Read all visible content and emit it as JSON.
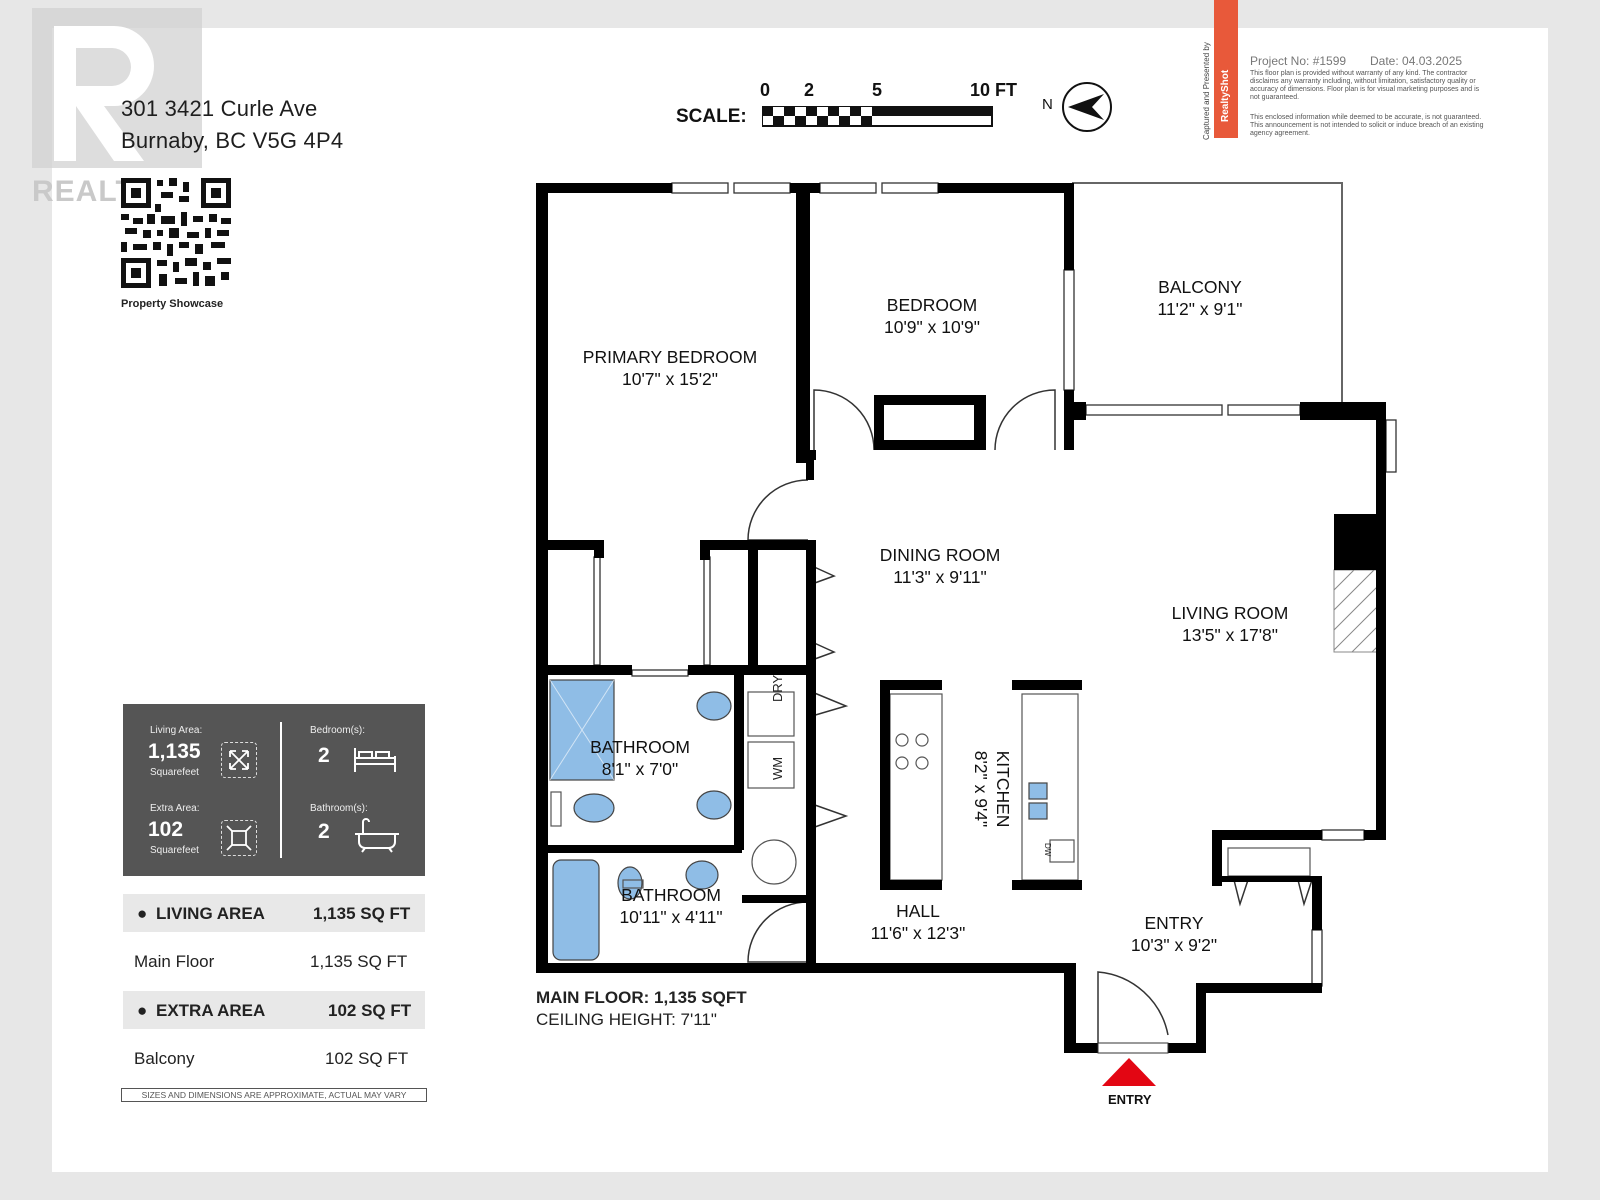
{
  "address": {
    "line1": "301 3421 Curle Ave",
    "line2": "Burnaby, BC V5G 4P4"
  },
  "watermark": {
    "text": "REALTOR®",
    "icon": "realtor-r-logo"
  },
  "qr": {
    "label": "Property Showcase",
    "icon": "qr-code-icon"
  },
  "scale": {
    "label": "SCALE:",
    "ticks": [
      "0",
      "2",
      "5",
      "10 FT"
    ]
  },
  "compass": {
    "label": "N",
    "icon": "north-arrow-icon"
  },
  "realtyshot": {
    "vertical_text": "Captured and Presented by",
    "brand": "RealtyShot",
    "project": "Project No: #1599",
    "date": "Date: 04.03.2025",
    "fine1": "This floor plan is provided without warranty of any kind. The contractor disclaims any warranty including, without limitation, satisfactory quality or accuracy of dimensions. Floor plan is for visual marketing purposes and is not guaranteed.",
    "fine2": "This enclosed information while deemed to be accurate, is not guaranteed. This announcement is not intended to solicit or induce breach of an existing agency agreement."
  },
  "stats": {
    "living_area_label": "Living Area:",
    "living_area_value": "1,135",
    "living_area_unit": "Squarefeet",
    "extra_area_label": "Extra Area:",
    "extra_area_value": "102",
    "extra_area_unit": "Squarefeet",
    "bedrooms_label": "Bedroom(s):",
    "bedrooms_value": "2",
    "bathrooms_label": "Bathroom(s):",
    "bathrooms_value": "2"
  },
  "area_table": {
    "living_header": "LIVING AREA",
    "living_header_value": "1,135 SQ FT",
    "main_floor_label": "Main Floor",
    "main_floor_value": "1,135 SQ FT",
    "extra_header": "EXTRA AREA",
    "extra_header_value": "102 SQ FT",
    "balcony_label": "Balcony",
    "balcony_value": "102 SQ FT"
  },
  "disclaimer": "SIZES AND DIMENSIONS ARE APPROXIMATE, ACTUAL MAY VARY",
  "rooms": {
    "primary_bedroom": {
      "name": "PRIMARY BEDROOM",
      "dims": "10'7\" x 15'2\""
    },
    "bedroom": {
      "name": "BEDROOM",
      "dims": "10'9\" x 10'9\""
    },
    "balcony": {
      "name": "BALCONY",
      "dims": "11'2\" x 9'1\""
    },
    "dining_room": {
      "name": "DINING ROOM",
      "dims": "11'3\" x 9'11\""
    },
    "living_room": {
      "name": "LIVING ROOM",
      "dims": "13'5\" x 17'8\""
    },
    "bathroom1": {
      "name": "BATHROOM",
      "dims": "8'1\" x 7'0\""
    },
    "bathroom2": {
      "name": "BATHROOM",
      "dims": "10'11\" x 4'11\""
    },
    "kitchen": {
      "name": "KITCHEN",
      "dims": "8'2\" x 9'4\""
    },
    "hall": {
      "name": "HALL",
      "dims": "11'6\" x 12'3\""
    },
    "entry": {
      "name": "ENTRY",
      "dims": "10'3\" x 9'2\""
    }
  },
  "appliances": {
    "dryer": "DRY",
    "washer": "WM",
    "dishwasher": "DW"
  },
  "floor_caption": {
    "main_floor": "MAIN FLOOR: 1,135 SQFT",
    "ceiling": "CEILING HEIGHT: 7'11\""
  },
  "entry_marker": {
    "label": "ENTRY",
    "color": "#e30613"
  },
  "colors": {
    "wall": "#000000",
    "stats_box": "#555555",
    "realtyshot_accent": "#e8593a",
    "fixture_blue": "#8fbde6"
  }
}
